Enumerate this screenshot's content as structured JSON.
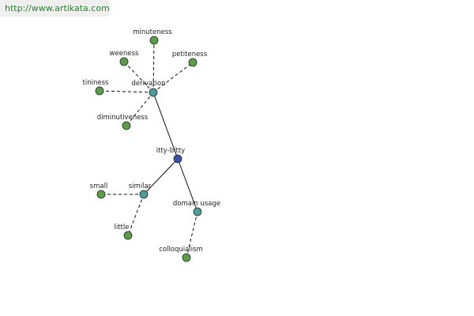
{
  "site_url": "http://www.artikata.com",
  "colors": {
    "center": "#3d4ea6",
    "category": "#4f9b9a",
    "leaf": "#5f9a4d",
    "outline": "#1f2f1f",
    "edge": "#111111"
  },
  "nodes": [
    {
      "id": "itty-bitty",
      "label": "itty-bitty",
      "kind": "center"
    },
    {
      "id": "derivation",
      "label": "derivation",
      "kind": "category"
    },
    {
      "id": "similar",
      "label": "similar",
      "kind": "category"
    },
    {
      "id": "domain-usage",
      "label": "domain usage",
      "kind": "category"
    },
    {
      "id": "minuteness",
      "label": "minuteness",
      "kind": "leaf"
    },
    {
      "id": "weeness",
      "label": "weeness",
      "kind": "leaf"
    },
    {
      "id": "petiteness",
      "label": "petiteness",
      "kind": "leaf"
    },
    {
      "id": "tininess",
      "label": "tininess",
      "kind": "leaf"
    },
    {
      "id": "diminutiveness",
      "label": "diminutiveness",
      "kind": "leaf"
    },
    {
      "id": "small",
      "label": "small",
      "kind": "leaf"
    },
    {
      "id": "little",
      "label": "little",
      "kind": "leaf"
    },
    {
      "id": "colloquialism",
      "label": "colloquialism",
      "kind": "leaf"
    }
  ],
  "edges": [
    {
      "from": "itty-bitty",
      "to": "derivation",
      "style": "solid"
    },
    {
      "from": "itty-bitty",
      "to": "similar",
      "style": "solid"
    },
    {
      "from": "itty-bitty",
      "to": "domain-usage",
      "style": "solid"
    },
    {
      "from": "derivation",
      "to": "minuteness",
      "style": "dashed"
    },
    {
      "from": "derivation",
      "to": "weeness",
      "style": "dashed"
    },
    {
      "from": "derivation",
      "to": "petiteness",
      "style": "dashed"
    },
    {
      "from": "derivation",
      "to": "tininess",
      "style": "dashed"
    },
    {
      "from": "derivation",
      "to": "diminutiveness",
      "style": "dashed"
    },
    {
      "from": "similar",
      "to": "small",
      "style": "dashed"
    },
    {
      "from": "similar",
      "to": "little",
      "style": "dashed"
    },
    {
      "from": "domain-usage",
      "to": "colloquialism",
      "style": "dashed"
    }
  ]
}
